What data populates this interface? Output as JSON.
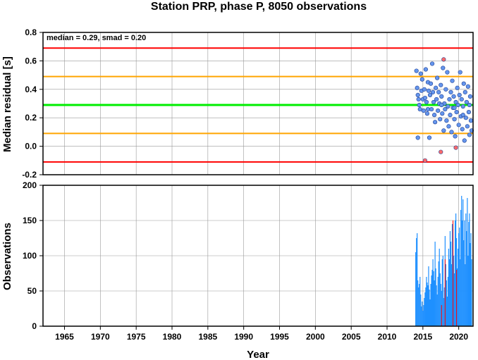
{
  "chart_data": [
    {
      "type": "scatter",
      "title": "Station PRP, phase P, 8050 observations",
      "ylabel": "Median residual [s]",
      "xlim": [
        1962,
        2022
      ],
      "ylim": [
        -0.2,
        0.8
      ],
      "grid": true,
      "y_ticks": [
        "-0.2",
        "0.0",
        "0.2",
        "0.4",
        "0.6",
        "0.8"
      ],
      "annotation": "median = 0.29, smad = 0.20",
      "reference_lines": [
        {
          "value": 0.29,
          "color": "#00ee00",
          "role": "median"
        },
        {
          "value": 0.49,
          "color": "#ffa500",
          "role": "+1 smad"
        },
        {
          "value": 0.09,
          "color": "#ffa500",
          "role": "-1 smad"
        },
        {
          "value": 0.69,
          "color": "#ff0000",
          "role": "+2 smad"
        },
        {
          "value": -0.11,
          "color": "#ff0000",
          "role": "-2 smad"
        }
      ],
      "series": [
        {
          "color": "#6495ed",
          "points": [
            [
              2014.1,
              0.53
            ],
            [
              2014.2,
              0.41
            ],
            [
              2014.3,
              0.36
            ],
            [
              2014.4,
              0.33
            ],
            [
              2014.5,
              0.29
            ],
            [
              2014.6,
              0.26
            ],
            [
              2014.7,
              0.51
            ],
            [
              2014.8,
              0.39
            ],
            [
              2014.9,
              0.47
            ],
            [
              2015.0,
              0.33
            ],
            [
              2015.1,
              0.25
            ],
            [
              2015.2,
              0.4
            ],
            [
              2015.3,
              0.34
            ],
            [
              2015.4,
              0.54
            ],
            [
              2015.5,
              0.31
            ],
            [
              2015.6,
              0.23
            ],
            [
              2015.7,
              0.45
            ],
            [
              2015.8,
              0.39
            ],
            [
              2015.9,
              0.06
            ],
            [
              2016.0,
              0.36
            ],
            [
              2016.1,
              0.44
            ],
            [
              2016.2,
              0.26
            ],
            [
              2016.3,
              0.58
            ],
            [
              2016.4,
              0.38
            ],
            [
              2016.5,
              0.31
            ],
            [
              2016.6,
              0.22
            ],
            [
              2016.7,
              0.17
            ],
            [
              2016.8,
              0.41
            ],
            [
              2016.9,
              0.33
            ],
            [
              2017.0,
              0.48
            ],
            [
              2017.1,
              0.25
            ],
            [
              2017.2,
              0.38
            ],
            [
              2017.3,
              0.3
            ],
            [
              2017.4,
              0.19
            ],
            [
              2017.5,
              0.43
            ],
            [
              2017.6,
              0.35
            ],
            [
              2017.7,
              0.23
            ],
            [
              2017.8,
              0.55
            ],
            [
              2017.9,
              0.11
            ],
            [
              2018.0,
              0.3
            ],
            [
              2018.1,
              0.26
            ],
            [
              2018.2,
              0.4
            ],
            [
              2018.3,
              0.18
            ],
            [
              2018.4,
              0.52
            ],
            [
              2018.5,
              0.28
            ],
            [
              2018.6,
              0.14
            ],
            [
              2018.7,
              0.33
            ],
            [
              2018.8,
              0.22
            ],
            [
              2018.9,
              0.38
            ],
            [
              2019.0,
              0.1
            ],
            [
              2019.1,
              0.46
            ],
            [
              2019.2,
              0.27
            ],
            [
              2019.3,
              0.35
            ],
            [
              2019.4,
              0.19
            ],
            [
              2019.5,
              0.07
            ],
            [
              2019.6,
              0.31
            ],
            [
              2019.7,
              0.24
            ],
            [
              2019.8,
              0.41
            ],
            [
              2019.9,
              0.29
            ],
            [
              2020.0,
              0.15
            ],
            [
              2020.1,
              0.36
            ],
            [
              2020.2,
              0.52
            ],
            [
              2020.3,
              0.21
            ],
            [
              2020.4,
              0.33
            ],
            [
              2020.5,
              0.12
            ],
            [
              2020.6,
              0.28
            ],
            [
              2020.7,
              0.44
            ],
            [
              2020.8,
              0.04
            ],
            [
              2020.9,
              0.38
            ],
            [
              2021.0,
              0.2
            ],
            [
              2021.1,
              0.31
            ],
            [
              2021.2,
              0.14
            ],
            [
              2021.3,
              0.42
            ],
            [
              2021.4,
              0.24
            ],
            [
              2021.5,
              0.08
            ],
            [
              2021.6,
              0.35
            ],
            [
              2021.7,
              0.18
            ],
            [
              2021.8,
              0.11
            ],
            [
              2014.3,
              0.06
            ],
            [
              2015.7,
              0.26
            ],
            [
              2017.6,
              0.29
            ],
            [
              2019.4,
              0.27
            ],
            [
              2020.6,
              0.22
            ],
            [
              2021.5,
              0.29
            ]
          ]
        },
        {
          "color": "#ff6a6a",
          "points": [
            [
              2015.3,
              -0.1
            ],
            [
              2017.5,
              -0.04
            ],
            [
              2017.9,
              0.61
            ],
            [
              2019.6,
              -0.01
            ]
          ]
        }
      ]
    },
    {
      "type": "bar",
      "ylabel": "Observations",
      "xlabel": "Year",
      "xlim": [
        1962,
        2022
      ],
      "ylim": [
        0,
        200
      ],
      "grid": true,
      "x_ticks": [
        "1965",
        "1970",
        "1975",
        "1980",
        "1985",
        "1990",
        "1995",
        "2000",
        "2005",
        "2010",
        "2015",
        "2020"
      ],
      "y_ticks": [
        "0",
        "50",
        "100",
        "150",
        "200"
      ],
      "bar_color": "#1e90ff",
      "highlight_color": "#ff0000",
      "x": [
        2014.0,
        2014.1,
        2014.2,
        2014.3,
        2014.4,
        2014.5,
        2014.6,
        2014.7,
        2014.8,
        2014.9,
        2015.0,
        2015.1,
        2015.2,
        2015.3,
        2015.4,
        2015.5,
        2015.6,
        2015.7,
        2015.8,
        2015.9,
        2016.0,
        2016.1,
        2016.2,
        2016.3,
        2016.4,
        2016.5,
        2016.6,
        2016.7,
        2016.8,
        2016.9,
        2017.0,
        2017.1,
        2017.2,
        2017.3,
        2017.4,
        2017.5,
        2017.6,
        2017.7,
        2017.8,
        2017.9,
        2018.0,
        2018.1,
        2018.2,
        2018.3,
        2018.4,
        2018.5,
        2018.6,
        2018.7,
        2018.8,
        2018.9,
        2019.0,
        2019.1,
        2019.2,
        2019.3,
        2019.4,
        2019.5,
        2019.6,
        2019.7,
        2019.8,
        2019.9,
        2020.0,
        2020.1,
        2020.2,
        2020.3,
        2020.4,
        2020.5,
        2020.6,
        2020.7,
        2020.8,
        2020.9,
        2021.0,
        2021.1,
        2021.2,
        2021.3,
        2021.4,
        2021.5,
        2021.6,
        2021.7,
        2021.8
      ],
      "values": [
        105,
        125,
        132,
        65,
        55,
        60,
        70,
        45,
        28,
        35,
        22,
        30,
        40,
        48,
        55,
        70,
        62,
        58,
        85,
        52,
        38,
        60,
        72,
        80,
        95,
        78,
        65,
        120,
        82,
        58,
        45,
        70,
        92,
        110,
        75,
        60,
        50,
        95,
        100,
        40,
        55,
        128,
        88,
        65,
        42,
        70,
        110,
        95,
        135,
        120,
        88,
        145,
        138,
        100,
        75,
        150,
        160,
        125,
        82,
        110,
        132,
        140,
        95,
        165,
        185,
        150,
        180,
        122,
        150,
        88,
        160,
        135,
        182,
        100,
        148,
        160,
        118,
        132,
        95
      ],
      "highlight_x": [
        2017.6,
        2018.1,
        2019.2,
        2019.7
      ],
      "highlight_values": [
        30,
        95,
        150,
        80
      ]
    }
  ]
}
